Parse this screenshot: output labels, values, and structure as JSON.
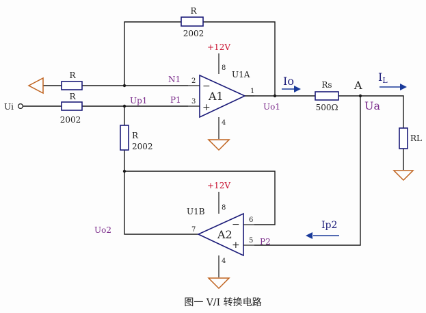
{
  "resistors": {
    "feedback_top": {
      "name": "R",
      "value": "2002"
    },
    "n1_input": {
      "name": "R"
    },
    "ui_input": {
      "name": "R",
      "value": "2002"
    },
    "up1_down": {
      "name": "R",
      "value": "2002"
    },
    "rs": {
      "name": "Rs",
      "value": "500Ω"
    },
    "rl": {
      "name": "RL"
    }
  },
  "amp1": {
    "name": "A1",
    "ref": "U1A",
    "supply": "+12V",
    "pin_inv": "2",
    "pin_noninv": "3",
    "pin_out": "1",
    "pin_vplus": "8",
    "pin_vminus": "4",
    "minus_sign": "−",
    "plus_sign": "+"
  },
  "amp2": {
    "name": "A2",
    "ref": "U1B",
    "supply": "+12V",
    "pin_inv": "6",
    "pin_noninv": "5",
    "pin_out": "7",
    "pin_vplus": "8",
    "pin_vminus": "4",
    "minus_sign": "−",
    "plus_sign": "+"
  },
  "nodes": {
    "n1": "N1",
    "p1": "P1",
    "up1": "Up1",
    "ui": "Ui",
    "uo1": "Uo1",
    "io": "Io",
    "a": "A",
    "ua": "Ua",
    "il_main": "I",
    "il_sub": "L",
    "ip2": "Ip2",
    "p2": "P2",
    "uo2": "Uo2"
  },
  "caption": "图一 V/I 转换电路"
}
